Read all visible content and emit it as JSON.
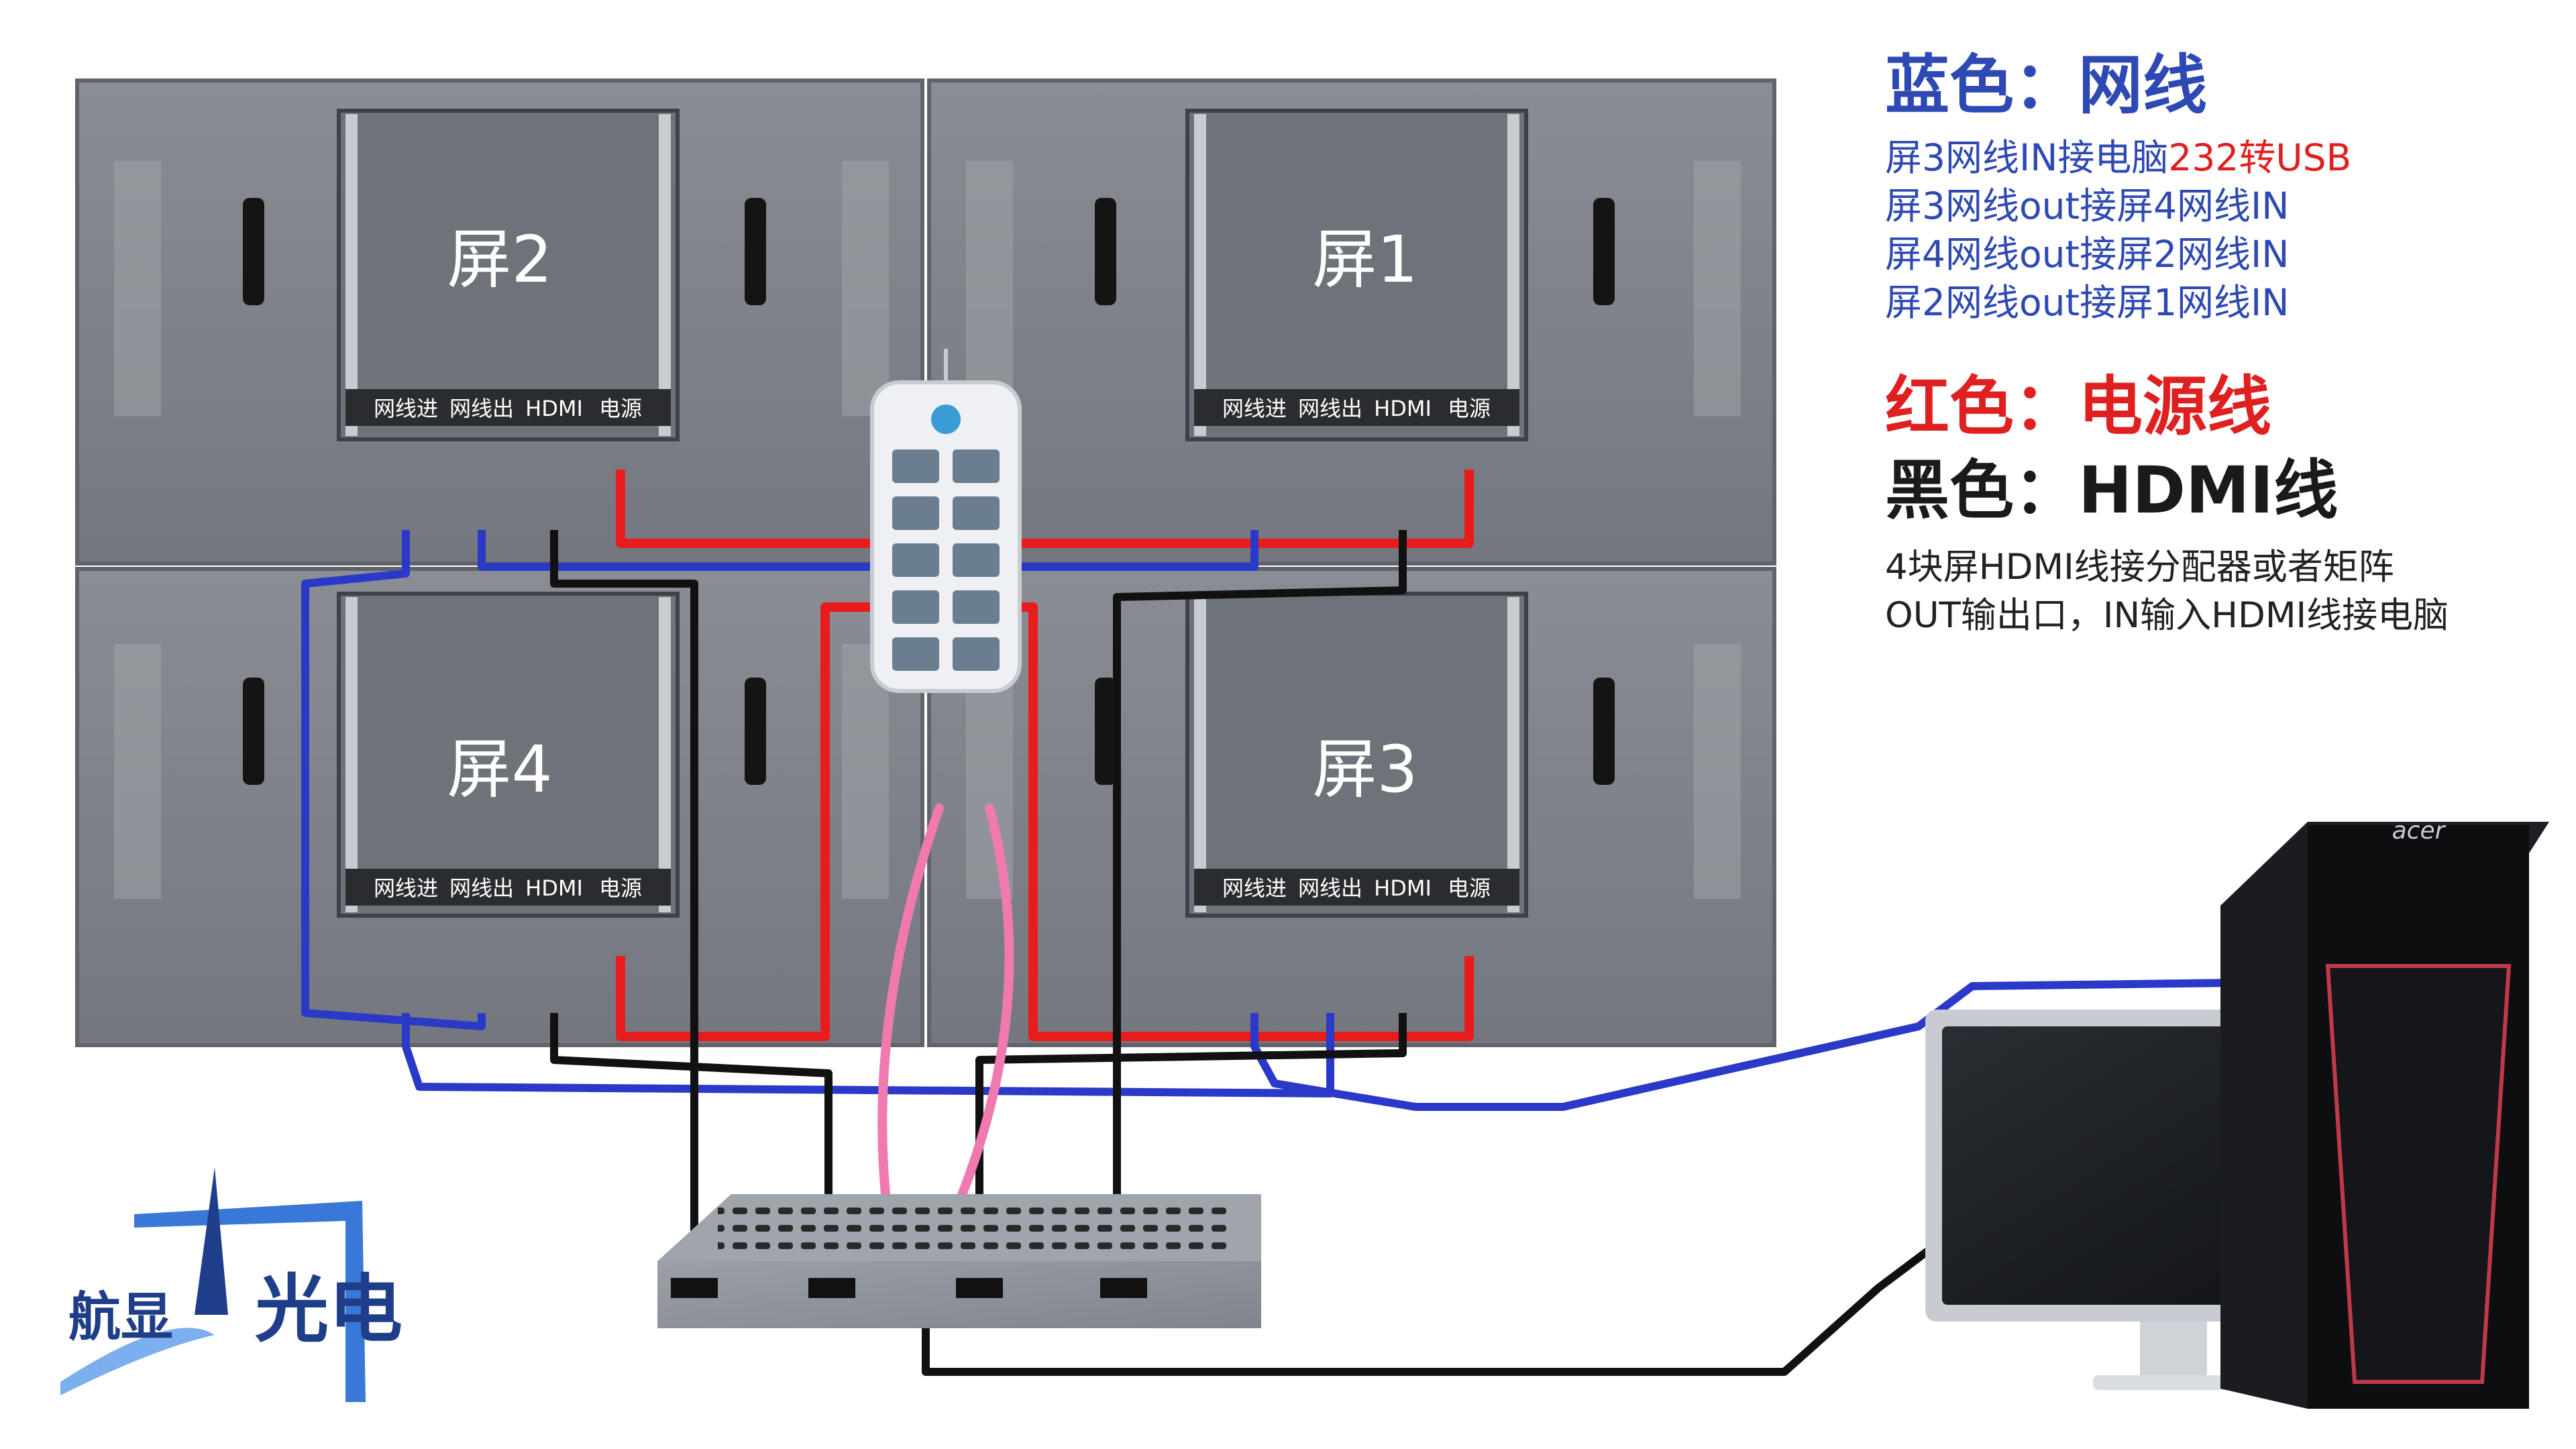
{
  "screens": [
    {
      "label": "屏2",
      "ports": [
        "网线进",
        "网线出",
        "HDMI",
        "电源"
      ]
    },
    {
      "label": "屏1",
      "ports": [
        "网线进",
        "网线出",
        "HDMI",
        "电源"
      ]
    },
    {
      "label": "屏4",
      "ports": [
        "网线进",
        "网线出",
        "HDMI",
        "电源"
      ]
    },
    {
      "label": "屏3",
      "ports": [
        "网线进",
        "网线出",
        "HDMI",
        "电源"
      ]
    }
  ],
  "legend": {
    "blue_title": "蓝色：网线",
    "blue_lines": [
      {
        "text": "屏3网线IN接电脑",
        "highlight": "232转USB"
      },
      {
        "text": "屏3网线out接屏4网线IN"
      },
      {
        "text": "屏4网线out接屏2网线IN"
      },
      {
        "text": "屏2网线out接屏1网线IN"
      }
    ],
    "red_title": "红色：电源线",
    "black_title": "黑色：HDMI线",
    "black_lines": [
      "4块屏HDMI线接分配器或者矩阵",
      "OUT输出口，IN输入HDMI线接电脑"
    ]
  },
  "computer": {
    "brand": "acer"
  },
  "logo": {
    "text_left": "航显",
    "text_right": "光电"
  },
  "colors": {
    "network_cable": "#2a39c8",
    "power_cable": "#e81c1c",
    "hdmi_cable": "#111111",
    "usb_cable": "#f07ab0",
    "legend_blue": "#2e49b3",
    "legend_red": "#e02020",
    "panel": "#7e8288",
    "controller_box": "#8f949a"
  }
}
